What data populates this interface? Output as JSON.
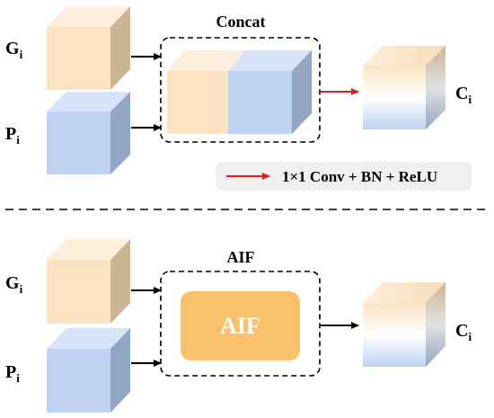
{
  "top": {
    "input1": {
      "label": "G",
      "sub": "i"
    },
    "input2": {
      "label": "P",
      "sub": "i"
    },
    "block_title": "Concat",
    "output": {
      "label": "C",
      "sub": "i"
    },
    "legend": "1×1 Conv + BN + ReLU"
  },
  "bottom": {
    "input1": {
      "label": "G",
      "sub": "i"
    },
    "input2": {
      "label": "P",
      "sub": "i"
    },
    "block_title": "AIF",
    "module_label": "AIF",
    "output": {
      "label": "C",
      "sub": "i"
    }
  },
  "colors": {
    "g_front": "#FBE3C2",
    "g_top": "#FDEFDB",
    "g_side": "#CBB594",
    "p_front": "#BFD2F1",
    "p_top": "#D6E3F8",
    "p_side": "#93A6C6",
    "aif_fill": "#F9C26A",
    "arrow_red": "#E02020",
    "legend_bg": "#F0F0F0"
  }
}
